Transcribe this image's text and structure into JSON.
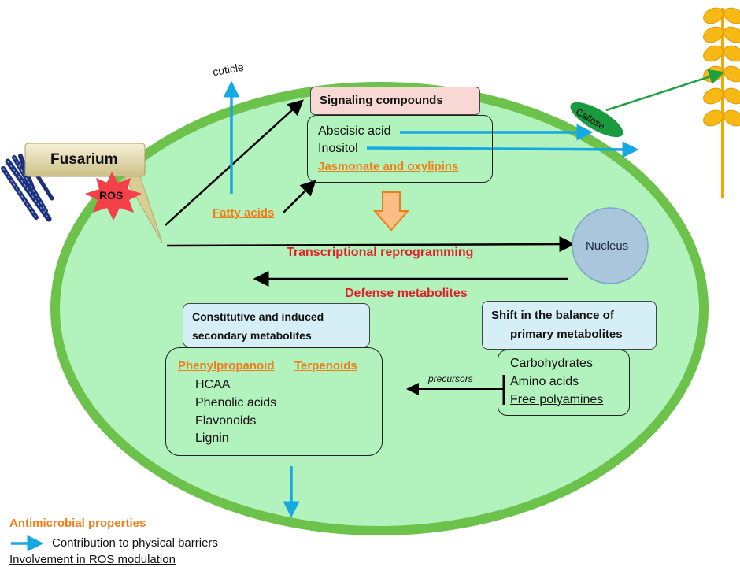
{
  "pathogen": {
    "name": "Fusarium",
    "ros": "ROS"
  },
  "cell": {
    "cuticle": "cuticle",
    "fatty_acids": "Fatty acids",
    "callose": "Callose",
    "nucleus": "Nucleus",
    "transcriptional": "Transcriptional reprogramming",
    "defense": "Defense metabolites",
    "precursors": "precursors"
  },
  "signaling": {
    "title": "Signaling compounds",
    "items": [
      "Abscisic acid",
      "Inositol",
      "Jasmonate and oxylipins"
    ]
  },
  "secondary": {
    "title_line1": "Constitutive and induced",
    "title_line2": "secondary metabolites",
    "groups": [
      "Phenylpropanoid",
      "Terpenoids"
    ],
    "items": [
      "HCAA",
      "Phenolic acids",
      "Flavonoids",
      "Lignin"
    ]
  },
  "primary": {
    "title_line1": "Shift in the balance of",
    "title_line2": "primary metabolites",
    "items": [
      "Carbohydrates",
      "Amino acids",
      "Free polyamines"
    ]
  },
  "legend": {
    "antimicrobial": "Antimicrobial properties",
    "physical": "Contribution to physical barriers",
    "ros": "Involvement in ROS modulation"
  },
  "colors": {
    "cell_fill": "#b2f2bc",
    "cell_border": "#6cc24a",
    "ros_star": "#f5404a",
    "blue_arrow": "#15a9e3",
    "green_arrow": "#1fa040",
    "orange_text": "#f07d1a",
    "red_text": "#e1212a",
    "nucleus_fill": "#a9c6dc",
    "wheat": "#f5b21a"
  }
}
